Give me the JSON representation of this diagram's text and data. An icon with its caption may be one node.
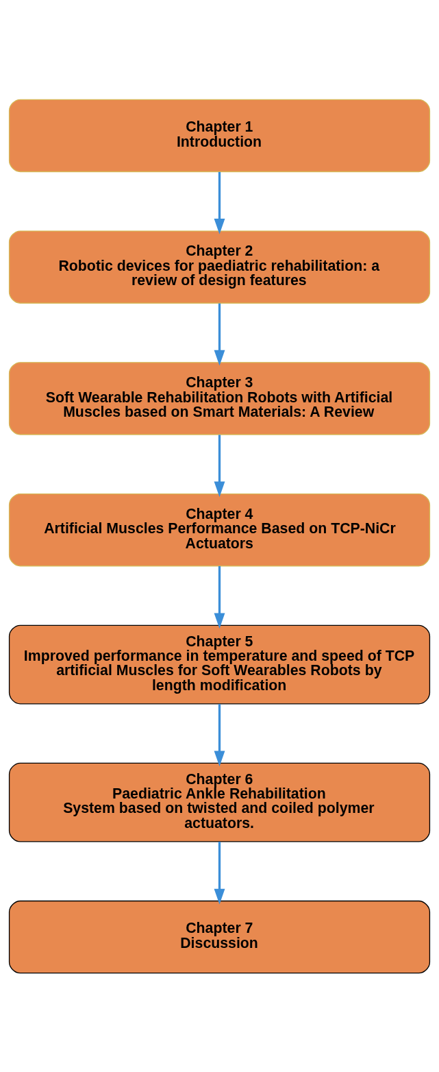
{
  "diagram": {
    "nodes": [
      {
        "text": [
          "Chapter 1",
          "Introduction"
        ]
      },
      {
        "text": [
          "Chapter 2",
          "Robotic devices for paediatric rehabilitation: a review of design features"
        ]
      },
      {
        "text": [
          "Chapter 3",
          "Soft Wearable Rehabilitation Robots with Artificial Muscles based on Smart Materials: A Review"
        ]
      },
      {
        "text": [
          "Chapter 4",
          "Artificial Muscles Performance Based on TCP-NiCr Actuators"
        ]
      },
      {
        "text": [
          "Chapter 5",
          "Improved performance in temperature and speed of TCP artificial Muscles for Soft Wearables Robots by length modification"
        ]
      },
      {
        "text": [
          "Chapter 6",
          "Paediatric Ankle Rehabilitation",
          "System based on twisted and coiled polymer actuators."
        ]
      },
      {
        "text": [
          "Chapter 7",
          "Discussion"
        ]
      }
    ],
    "edges": [
      {
        "from": 0,
        "to": 1,
        "arrow": "to"
      },
      {
        "from": 1,
        "to": 2,
        "arrow": "to"
      },
      {
        "from": 2,
        "to": 3,
        "arrow": "to"
      },
      {
        "from": 3,
        "to": 4,
        "arrow": "to"
      },
      {
        "from": 4,
        "to": 5,
        "arrow": "to"
      },
      {
        "from": 5,
        "to": 6,
        "arrow": "to"
      }
    ]
  }
}
